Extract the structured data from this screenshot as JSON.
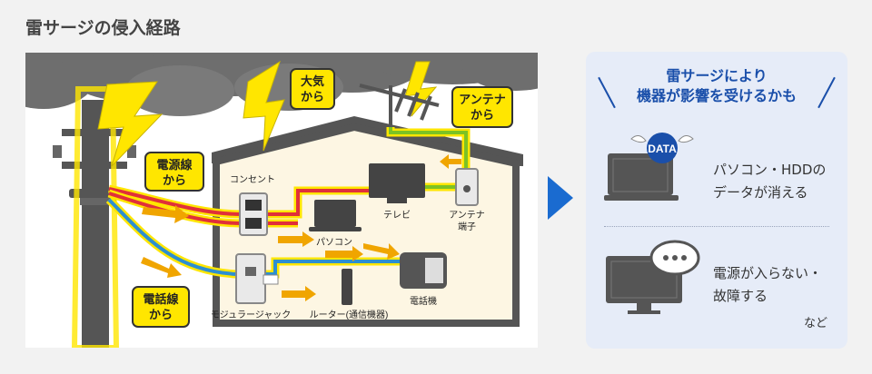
{
  "title": "雷サージの侵入経路",
  "scene": {
    "labels": {
      "air": [
        "大気",
        "から"
      ],
      "antenna": [
        "アンテナ",
        "から"
      ],
      "power": [
        "電源線",
        "から"
      ],
      "phone": [
        "電話線",
        "から"
      ],
      "outlet": "コンセント",
      "tv": "テレビ",
      "antenna_port": [
        "アンテナ",
        "端子"
      ],
      "pc": "パソコン",
      "modular": "モジュラージャック",
      "router": "ルーター(通信機器)",
      "telephone": "電話機"
    }
  },
  "panel": {
    "heading": [
      "雷サージにより",
      "機器が影響を受けるかも"
    ],
    "items": [
      {
        "icon": "laptop-data-icon",
        "badge": "DATA",
        "text": [
          "パソコン・HDDの",
          "データが消える"
        ]
      },
      {
        "icon": "monitor-speech-icon",
        "text": [
          "電源が入らない・",
          "故障する"
        ]
      }
    ],
    "footnote": "など"
  },
  "colors": {
    "lightning": "#ffe600",
    "blue": "#1a4faa",
    "power_red": "#e0303a",
    "phone_blue": "#2d8fd0",
    "antenna_green": "#7cc224",
    "house": "#fdf6e3"
  }
}
